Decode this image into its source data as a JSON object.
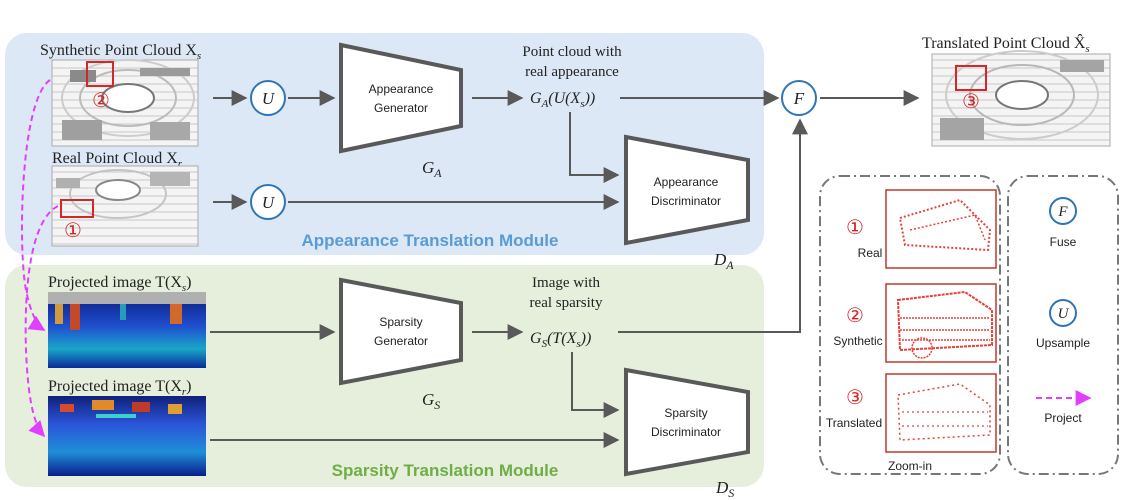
{
  "modules": {
    "appearance": {
      "title": "Appearance Translation Module",
      "color": "#5b9bd5"
    },
    "sparsity": {
      "title": "Sparsity Translation Module",
      "color": "#70ad47"
    }
  },
  "inputs": {
    "synthetic_cloud": "Synthetic Point Cloud X",
    "synthetic_cloud_sub": "s",
    "real_cloud": "Real Point Cloud X",
    "real_cloud_sub": "r",
    "proj_synthetic": "Projected image T(X",
    "proj_synthetic_sub": "s",
    "proj_real": "Projected image T(X",
    "proj_real_sub": "r",
    "translated_cloud": "Translated Point Cloud X̂",
    "translated_cloud_sub": "s"
  },
  "blocks": {
    "appearance_generator": [
      "Appearance",
      "Generator"
    ],
    "appearance_generator_sym": "G",
    "appearance_generator_sub": "A",
    "appearance_discriminator": [
      "Appearance",
      "Discriminator"
    ],
    "appearance_discriminator_sym": "D",
    "appearance_discriminator_sub": "A",
    "sparsity_generator": [
      "Sparsity",
      "Generator"
    ],
    "sparsity_generator_sym": "G",
    "sparsity_generator_sub": "S",
    "sparsity_discriminator": [
      "Sparsity",
      "Discriminator"
    ],
    "sparsity_discriminator_sym": "D",
    "sparsity_discriminator_sub": "S"
  },
  "outputs": {
    "appearance_out": [
      "Point cloud with",
      "real appearance"
    ],
    "appearance_formula": "G",
    "appearance_formula_sub": "A",
    "appearance_formula_rest": "(U(X",
    "appearance_formula_tail": "))",
    "sparsity_out": [
      "Image with",
      "real sparsity"
    ],
    "sparsity_formula": "G",
    "sparsity_formula_sub": "S",
    "sparsity_formula_rest": "(T(X",
    "sparsity_formula_tail": "))"
  },
  "ops": {
    "upsample": "U",
    "fuse": "F"
  },
  "markers": {
    "real": "①",
    "synthetic": "②",
    "translated": "③"
  },
  "zoom": {
    "title": "Zoom-in",
    "labels": [
      "Real",
      "Synthetic",
      "Translated"
    ]
  },
  "legend": {
    "fuse_symbol": "F",
    "fuse": "Fuse",
    "upsample_symbol": "U",
    "upsample": "Upsample",
    "project": "Project"
  },
  "colors": {
    "accent_red": "#d62728",
    "op_blue": "#2e75b6",
    "project_magenta": "#e040fb",
    "trap_gray": "#595959"
  }
}
